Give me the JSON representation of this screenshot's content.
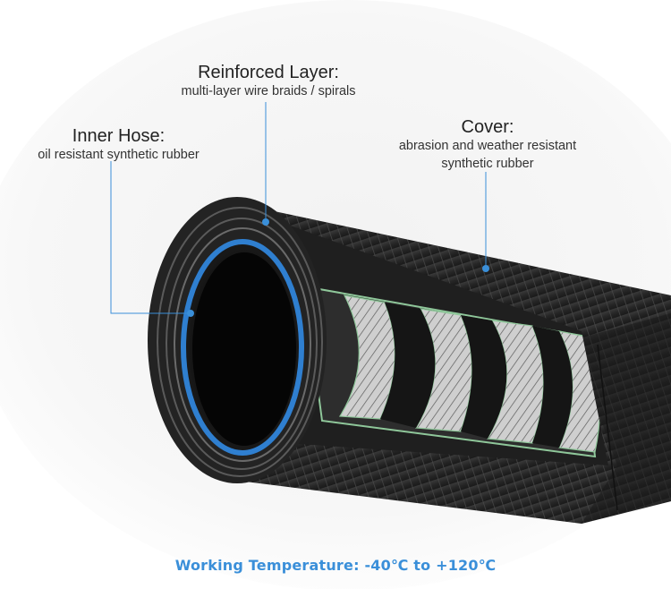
{
  "labels": {
    "reinforced": {
      "title": "Reinforced Layer:",
      "desc": "multi-layer wire braids / spirals"
    },
    "inner": {
      "title": "Inner Hose:",
      "desc": "oil resistant synthetic rubber"
    },
    "cover": {
      "title": "Cover:",
      "desc_line1": "abrasion and weather resistant",
      "desc_line2": "synthetic rubber"
    }
  },
  "footer": {
    "text": "Working Temperature: -40℃ to +120℃"
  },
  "colors": {
    "accent": "#3a8fd9",
    "inner_ring": "#2f7fd0",
    "hose_body": "#2a2a2a",
    "wire_band": "#d9d9d9",
    "green_layer": "#8fc79a"
  }
}
